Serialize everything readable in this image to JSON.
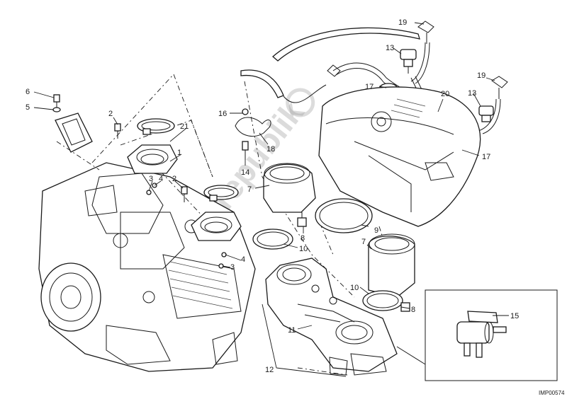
{
  "callouts": {
    "c1": "1",
    "c2a": "2",
    "c2b": "2",
    "c3a": "3",
    "c3b": "3",
    "c4a": "4",
    "c4b": "4",
    "c5": "5",
    "c6": "6",
    "c7a": "7",
    "c7b": "7",
    "c8a": "8",
    "c8b": "8",
    "c9": "9",
    "c10a": "10",
    "c10b": "10",
    "c11": "11",
    "c12": "12",
    "c13a": "13",
    "c13b": "13",
    "c14": "14",
    "c15": "15",
    "c16": "16",
    "c17a": "17",
    "c17b": "17",
    "c18": "18",
    "c19a": "19",
    "c19b": "19",
    "c20": "20",
    "c21": "21"
  },
  "drawing_code": "IMP00574",
  "watermark": "Partsrepublik"
}
